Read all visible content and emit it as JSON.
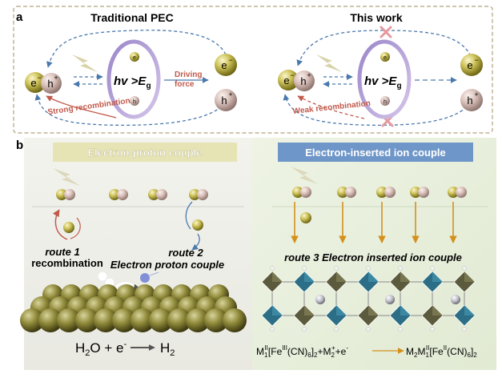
{
  "panel_a": {
    "label": "a",
    "left": {
      "title": "Traditional PEC",
      "electron": "e",
      "hole": "h",
      "charge_minus": "−",
      "charge_plus": "+",
      "center_main": "hv >E",
      "center_sub": "g",
      "inner_e": "e",
      "inner_h": "h",
      "driving_1": "Driving",
      "driving_2": "force",
      "recomb": "Strong recombination"
    },
    "right": {
      "title": "This work",
      "electron": "e",
      "hole": "h",
      "charge_minus": "−",
      "charge_plus": "+",
      "center_main": "hv >E",
      "center_sub": "g",
      "inner_e": "e",
      "inner_h": "h",
      "recomb": "Weak recombination"
    }
  },
  "panel_b": {
    "label": "b",
    "left": {
      "banner": "Electron-proton couple",
      "route1_a": "route 1",
      "route1_b": "recombination",
      "route2_a": "route 2",
      "route2_b": "Electron proton couple",
      "eq_left": "H",
      "eq_left_sub": "2",
      "eq_mid": "O + e",
      "eq_mid_sup": "-",
      "eq_right": "H",
      "eq_right_sub": "2"
    },
    "right": {
      "banner": "Electron-inserted ion couple",
      "route3": "route 3  Electron inserted ion couple",
      "eq_p1": "M",
      "eq_p1_sub": "1",
      "eq_p1_sup": "II",
      "eq_p2": "[Fe",
      "eq_p2_sup": "III",
      "eq_p3": "(CN)",
      "eq_p3_sub": "6",
      "eq_p4": "]",
      "eq_p4_sub": "2",
      "eq_p5": "+M",
      "eq_p5_sub": "2",
      "eq_p5_sup": "+",
      "eq_p6": "+e",
      "eq_p6_sup": "-",
      "eq_q1": "M",
      "eq_q1_sub": "2",
      "eq_q2": "M",
      "eq_q2_sub": "1",
      "eq_q2_sup": "II",
      "eq_q3": "[Fe",
      "eq_q3_sup": "II",
      "eq_q4": "(CN)",
      "eq_q4_sub": "6",
      "eq_q5": "]",
      "eq_q5_sub": "2"
    }
  },
  "colors": {
    "electron": "#b3a928",
    "hole": "#c8aca6",
    "arrow_blue": "#4a79ad",
    "arrow_red": "#c25a4c",
    "route_orange": "#d4901c",
    "banner_blue": "#6f96c8",
    "banner_khaki": "#e6e4b4"
  }
}
